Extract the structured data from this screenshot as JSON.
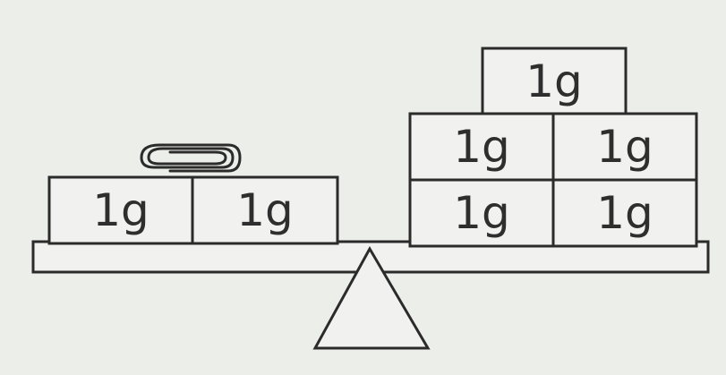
{
  "scale": {
    "left_pan": {
      "object_on_top": "paperclip-icon",
      "blocks": [
        {
          "label": "1g"
        },
        {
          "label": "1g"
        }
      ]
    },
    "right_pan": {
      "blocks": [
        {
          "label": "1g",
          "row": "top"
        },
        {
          "label": "1g",
          "row": "middle"
        },
        {
          "label": "1g",
          "row": "middle"
        },
        {
          "label": "1g",
          "row": "bottom"
        },
        {
          "label": "1g",
          "row": "bottom"
        }
      ]
    },
    "fulcrum_icon": "triangle-fulcrum-icon"
  },
  "colors": {
    "background": "#eceeea",
    "block_fill": "#f1f2ef",
    "outline": "#2b2b2b"
  }
}
